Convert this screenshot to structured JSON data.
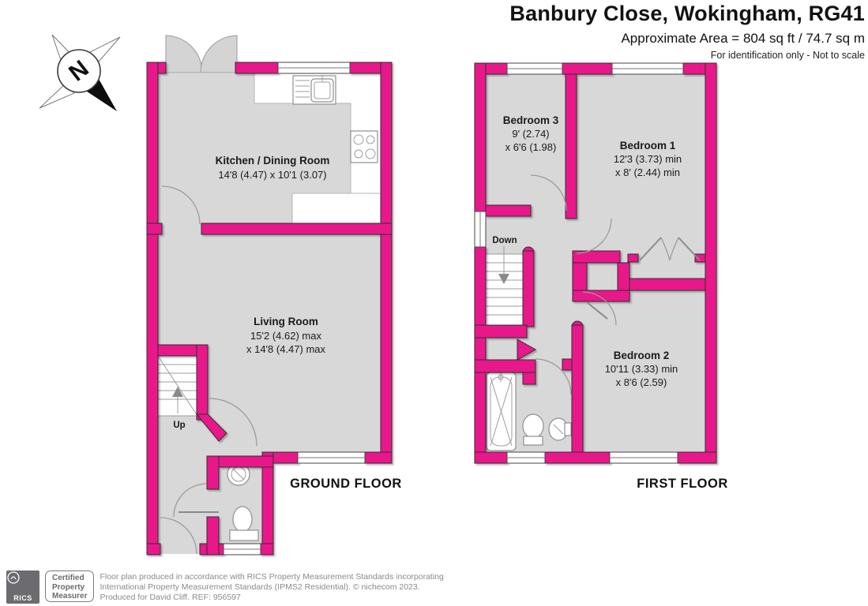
{
  "header": {
    "title": "Banbury Close, Wokingham, RG41",
    "area_line": "Approximate Area = 804 sq ft / 74.7 sq m",
    "disclaimer": "For identification only - Not to scale"
  },
  "compass": {
    "north_label": "N"
  },
  "colors": {
    "wall_pink": "#E8188B",
    "floor_gray": "#D8D8D8"
  },
  "ground_floor": {
    "label": "GROUND FLOOR",
    "stairs_label": "Up",
    "kitchen": {
      "name": "Kitchen / Dining Room",
      "dims": "14'8 (4.47) x 10'1 (3.07)"
    },
    "living": {
      "name": "Living Room",
      "dims1": "15'2 (4.62) max",
      "dims2": "x 14'8 (4.47) max"
    }
  },
  "first_floor": {
    "label": "FIRST FLOOR",
    "stairs_label": "Down",
    "bedroom3": {
      "name": "Bedroom 3",
      "dims1": "9' (2.74)",
      "dims2": "x 6'6 (1.98)"
    },
    "bedroom1": {
      "name": "Bedroom 1",
      "dims1": "12'3 (3.73) min",
      "dims2": "x 8' (2.44) min"
    },
    "bedroom2": {
      "name": "Bedroom 2",
      "dims1": "10'11 (3.33) min",
      "dims2": "x 8'6 (2.59)"
    }
  },
  "footer": {
    "rics_label": "RICS",
    "badge_lines": [
      "Certified",
      "Property",
      "Measurer"
    ],
    "line1": "Floor plan produced in accordance with RICS Property Measurement Standards incorporating",
    "line2": "International Property Measurement Standards (IPMS2 Residential).   © nichecom 2023.",
    "line3": "Produced for David Cliff.   REF:  956597"
  }
}
